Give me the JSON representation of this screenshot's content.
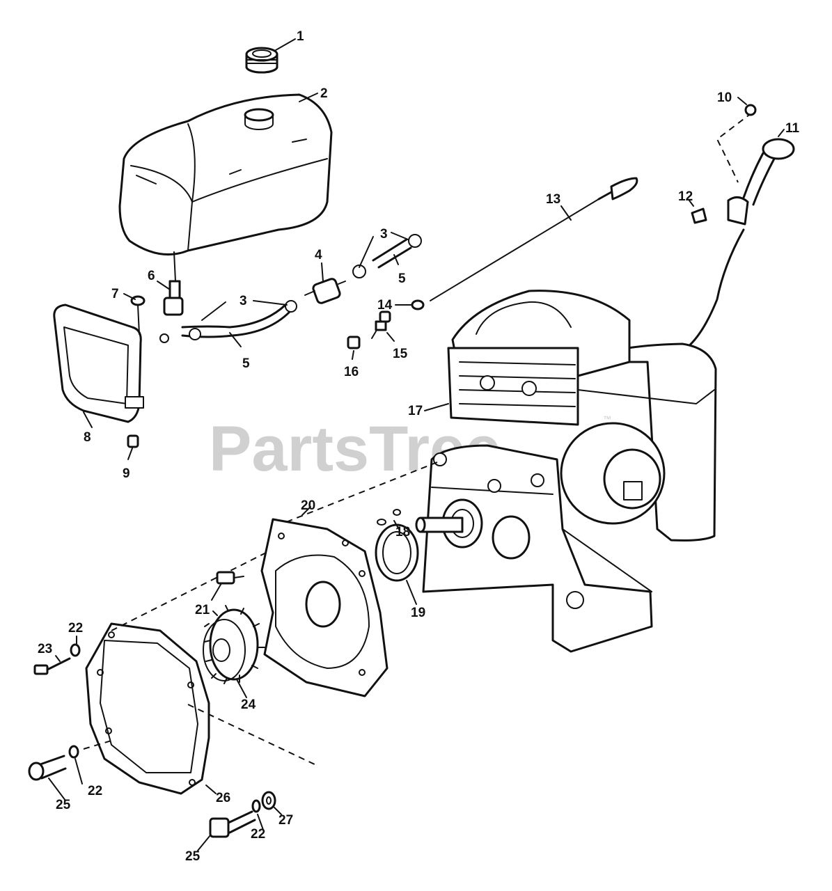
{
  "watermark": {
    "text": "PartsTree",
    "trademark": "™"
  },
  "callouts": {
    "c1": "1",
    "c2": "2",
    "c3a": "3",
    "c3b": "3",
    "c4": "4",
    "c5a": "5",
    "c5b": "5",
    "c6": "6",
    "c7": "7",
    "c8": "8",
    "c9": "9",
    "c10": "10",
    "c11": "11",
    "c12": "12",
    "c13": "13",
    "c14": "14",
    "c15": "15",
    "c16": "16",
    "c17": "17",
    "c18": "18",
    "c19": "19",
    "c20": "20",
    "c21": "21",
    "c22a": "22",
    "c22b": "22",
    "c22c": "22",
    "c23": "23",
    "c24": "24",
    "c25a": "25",
    "c25b": "25",
    "c26": "26",
    "c27": "27"
  }
}
